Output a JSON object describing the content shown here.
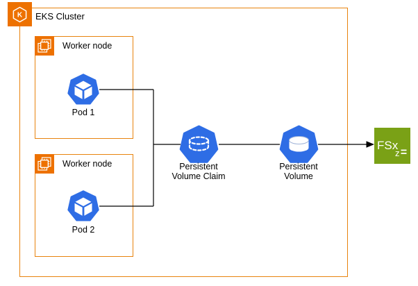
{
  "cluster": {
    "label": "EKS Cluster",
    "icon_letter": "K"
  },
  "worker_nodes": [
    {
      "label": "Worker node",
      "pod_label": "Pod 1"
    },
    {
      "label": "Worker node",
      "pod_label": "Pod 2"
    }
  ],
  "persistent_volume_claim": {
    "line1": "Persistent",
    "line2": "Volume Claim"
  },
  "persistent_volume": {
    "line1": "Persistent",
    "line2": "Volume"
  },
  "fsx": {
    "label": "FSx",
    "variant_letter": "z"
  },
  "colors": {
    "aws_orange": "#ED7100",
    "box_border_orange": "#E8830D",
    "kubernetes_blue": "#2E6DE5",
    "fsx_green": "#7AA116",
    "connector": "#000000"
  }
}
